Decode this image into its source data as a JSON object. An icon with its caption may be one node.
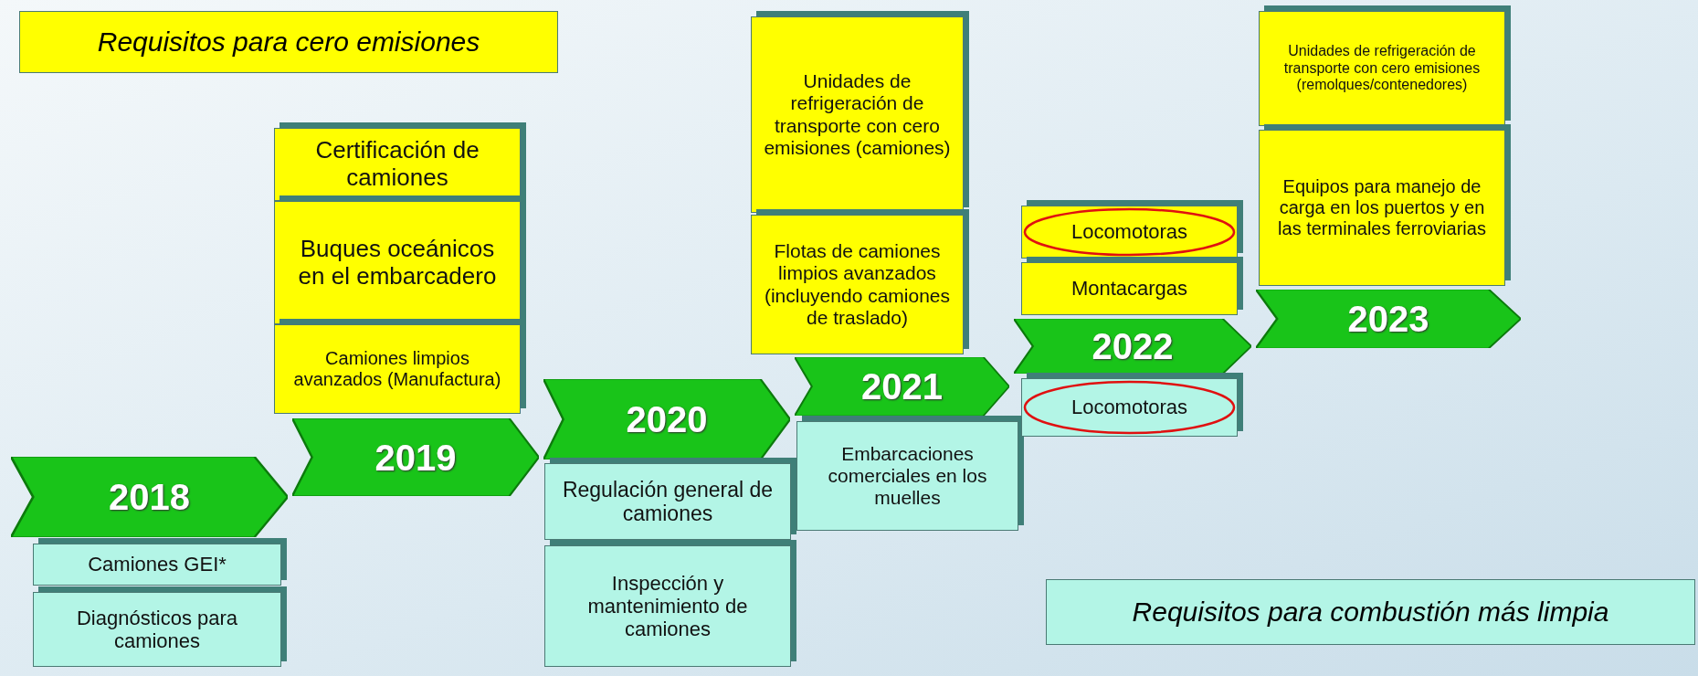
{
  "diagram": {
    "nodes": [
      {
        "text": [
          "2018"
        ]
      },
      {
        "text": [
          "Camiones GEI*"
        ]
      },
      {
        "text": [
          "Diagnósticos para camiones"
        ]
      },
      {
        "text": [
          "Certificación de camiones"
        ]
      },
      {
        "text": [
          "Buques oceánicos en el embarcadero"
        ]
      },
      {
        "text": [
          "Camiones limpios avanzados (Manufactura)"
        ]
      },
      {
        "text": [
          "2019"
        ]
      },
      {
        "text": [
          "2020"
        ]
      },
      {
        "text": [
          "Regulación general de camiones"
        ]
      },
      {
        "text": [
          "Inspección y mantenimiento de camiones"
        ]
      },
      {
        "text": [
          "Unidades de refrigeración de transporte con cero emisiones (camiones)"
        ]
      },
      {
        "text": [
          "Flotas de camiones limpios avanzados (incluyendo camiones de traslado)"
        ]
      },
      {
        "text": [
          "2021"
        ]
      },
      {
        "text": [
          "Embarcaciones comerciales en los muelles"
        ]
      },
      {
        "text": [
          "Locomotoras"
        ]
      },
      {
        "text": [
          "Montacargas"
        ]
      },
      {
        "text": [
          "2022"
        ]
      },
      {
        "text": [
          "Locomotoras"
        ]
      },
      {
        "text": [
          "Unidades de refrigeración de transporte con cero emisiones (remolques/contenedores)"
        ]
      },
      {
        "text": [
          "Equipos para manejo de carga en los puertos y en las terminales ferroviarias"
        ]
      },
      {
        "text": [
          "2023"
        ]
      }
    ],
    "legend": [
      {
        "text": "Requisitos para cero emisiones",
        "color": "#ffff00"
      },
      {
        "text": "Requisitos para combustión más limpia",
        "color": "#b3f5e6"
      }
    ]
  }
}
